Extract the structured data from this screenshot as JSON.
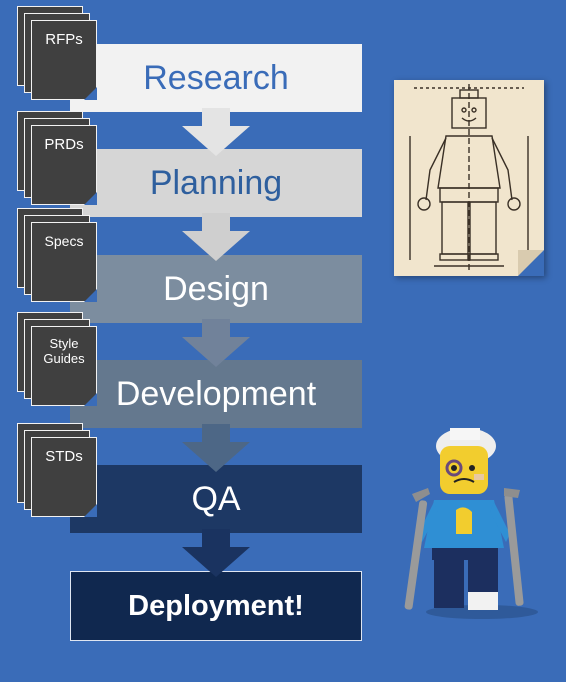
{
  "steps": [
    {
      "label": "Research",
      "bg": "#f2f2f2",
      "color": "#3a6cb8",
      "doc": "RFPs"
    },
    {
      "label": "Planning",
      "bg": "#d6d6d6",
      "color": "#2e5f9e",
      "doc": "PRDs"
    },
    {
      "label": "Design",
      "bg": "#7c8d9f",
      "color": "#ffffff",
      "doc": "Specs"
    },
    {
      "label": "Development",
      "bg": "#64788e",
      "color": "#ffffff",
      "doc": "Style Guides"
    },
    {
      "label": "QA",
      "bg": "#1d3864",
      "color": "#ffffff",
      "doc": "STDs"
    },
    {
      "label": "Deployment!",
      "bg": "#10284f",
      "color": "#ffffff",
      "doc": null
    }
  ],
  "colors": {
    "background": "#3a6cb8",
    "doc_fill": "#404040",
    "blueprint_paper": "#f1e5cd"
  },
  "images": {
    "blueprint": "minifigure-blueprint-drawing",
    "minifig": "injured-minifigure-with-crutches"
  }
}
